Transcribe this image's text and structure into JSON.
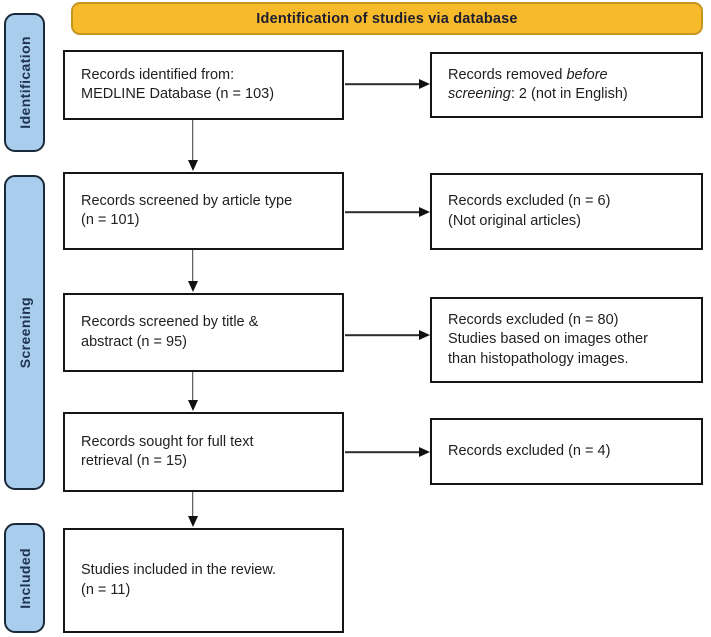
{
  "banner": {
    "title": "Identification of studies via database"
  },
  "stages": [
    {
      "label": "Identification"
    },
    {
      "label": "Screening"
    },
    {
      "label": "Included"
    }
  ],
  "left_boxes": [
    {
      "text": "Records identified from:\nMEDLINE Database (n = 103)"
    },
    {
      "text": "Records screened by article type\n(n = 101)"
    },
    {
      "text": "Records screened by title &\nabstract (n = 95)"
    },
    {
      "text": "Records sought for full text\nretrieval (n = 15)"
    },
    {
      "text": "Studies included in the review.\n(n = 11)"
    }
  ],
  "right_boxes": [
    {
      "pre": "Records removed ",
      "italic": "before\nscreening",
      "post": ": 2 (not in English)"
    },
    {
      "text": "Records excluded (n = 6)\n(Not original articles)"
    },
    {
      "text": "Records excluded (n = 80)\nStudies based on images other\nthan histopathology images."
    },
    {
      "text": "Records excluded (n = 4)"
    }
  ],
  "counts": {
    "identified": 103,
    "removed_before_screening": 2,
    "screened_article_type": 101,
    "excluded_not_original": 6,
    "screened_title_abstract": 95,
    "excluded_non_histopathology": 80,
    "sought_full_text": 15,
    "excluded_full_text": 4,
    "included_in_review": 11
  },
  "colors": {
    "banner_bg": "#F7BA2B",
    "banner_border": "#C6951F",
    "stage_bg": "#A9CDEC",
    "stage_border": "#1B2A3B",
    "box_border": "#151515",
    "arrow": "#111111"
  }
}
